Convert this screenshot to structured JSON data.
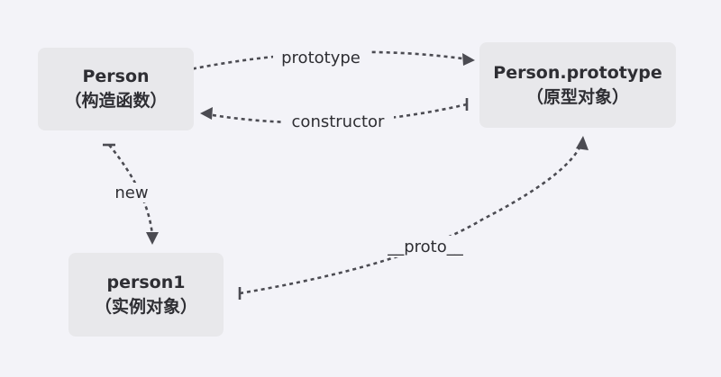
{
  "nodes": {
    "person": {
      "line1": "Person",
      "line2": "（构造函数）"
    },
    "prototype": {
      "line1": "Person.prototype",
      "line2": "（原型对象）"
    },
    "instance": {
      "line1": "person1",
      "line2": "（实例对象）"
    }
  },
  "edges": {
    "prototype": "prototype",
    "constructor": "constructor",
    "new": "new",
    "proto": "__proto__"
  },
  "colors": {
    "background": "#f3f3f8",
    "node_fill": "#e8e8eb",
    "edge": "#4b4b52",
    "text": "#2e2e33"
  }
}
